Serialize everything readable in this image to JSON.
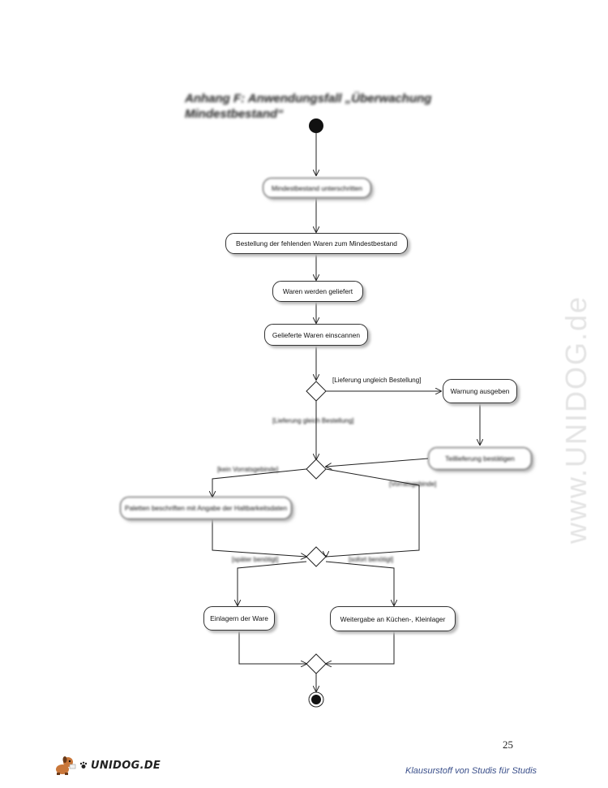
{
  "document": {
    "title": "Anhang F: Anwendungsfall „Überwachung Mindestbestand“",
    "page_number": "25",
    "watermark": "www.UNIDOG.de",
    "footer_logo": "UNIDOG.DE",
    "footer_slogan": "Klausurstoff von Studis für Studis"
  },
  "diagram": {
    "nodes": {
      "check_min": "Mindestbestand unterschritten",
      "order": "Bestellung der fehlenden Waren zum Mindestbestand",
      "delivered": "Waren werden geliefert",
      "scan": "Gelieferte Waren einscannen",
      "warning": "Warnung ausgeben",
      "confirm": "Teillieferung bestätigen",
      "notify": "Paletten beschriften mit Angabe der Haltbarkeitsdaten",
      "store": "Einlagern der Ware",
      "forward": "Weitergabe an Küchen-, Kleinlager"
    },
    "guards": {
      "mismatch": "[Lieferung ungleich Bestellung]",
      "match": "[Lieferung gleich Bestellung]",
      "pallet": "[kein Vorratsgebinde]",
      "stock": "[Vorratsgebinde]",
      "later": "[später benötigt]",
      "now": "[sofort benötigt]"
    }
  },
  "colors": {
    "watermark": "#e4e4e4",
    "footer_slogan": "#3a4f8a"
  }
}
